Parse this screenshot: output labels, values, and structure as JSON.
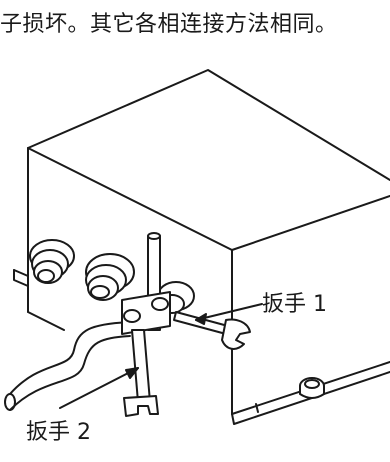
{
  "caption": "子损坏。其它各相连接方法相同。",
  "labels": {
    "wrench_1": "扳手 1",
    "wrench_2": "扳手 2"
  }
}
